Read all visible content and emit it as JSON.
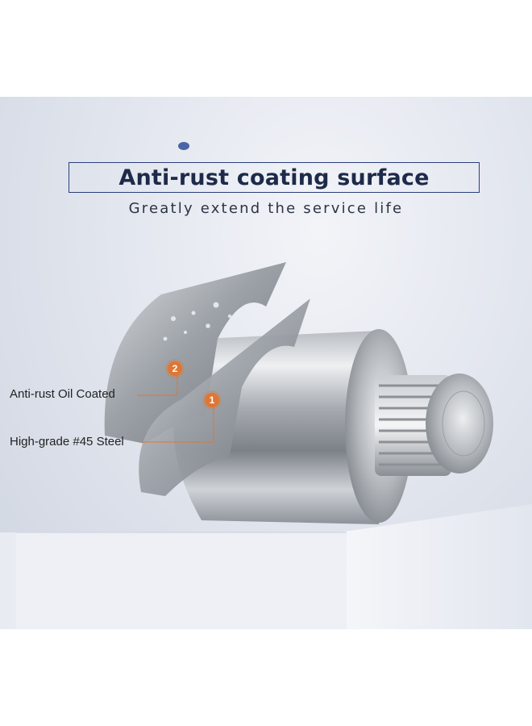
{
  "heading": {
    "title": "Anti-rust coating surface",
    "subtitle": "Greatly extend the service life"
  },
  "callouts": [
    {
      "number": "1",
      "label": "High-grade #45 Steel"
    },
    {
      "number": "2",
      "label": "Anti-rust Oil Coated"
    }
  ],
  "colors": {
    "accent_orange": "#e07632",
    "title_frame": "#2b3f7a",
    "background": "#dfe3ec"
  }
}
